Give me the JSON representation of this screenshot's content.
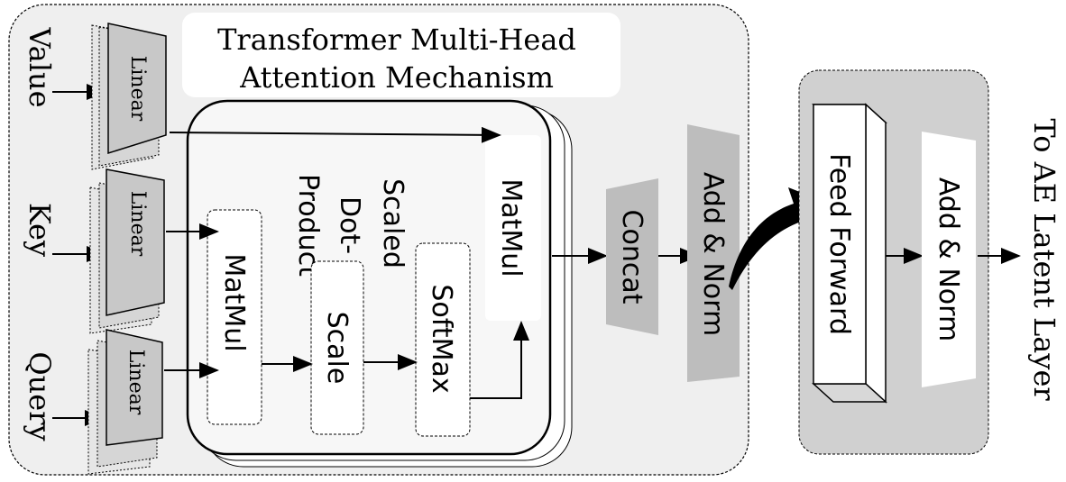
{
  "title_line1": "Transformer Multi-Head",
  "title_line2": "Attention Mechanism",
  "inputs": {
    "value": "Value",
    "key": "Key",
    "query": "Query"
  },
  "linear_label": "Linear",
  "sdp": {
    "line1": "Scaled",
    "line2": "Dot-",
    "line3": "Product",
    "matmul1": "MatMul",
    "scale": "Scale",
    "softmax": "SoftMax",
    "matmul2": "MatMul"
  },
  "concat": "Concat",
  "add_norm_1": "Add & Norm",
  "feed_forward": "Feed Forward",
  "add_norm_2": "Add & Norm",
  "output": "To AE Latent Layer",
  "colors": {
    "panel": "#efefef",
    "dark_panel": "#d0d0d0",
    "block_gray": "#bdbdbd",
    "linear_gray": "#c8c8c8",
    "ink": "#000000"
  }
}
